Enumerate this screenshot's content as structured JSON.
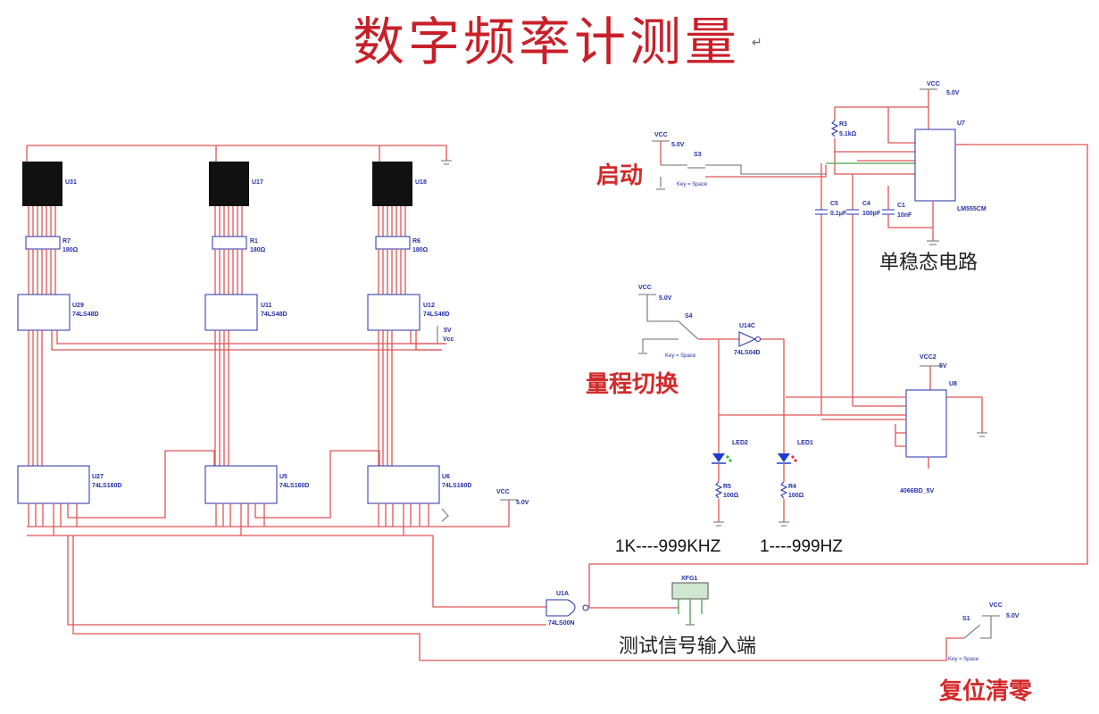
{
  "title": "数字频率计测量",
  "title_mark": "↵",
  "labels": {
    "start": "启动",
    "range_switch": "量程切换",
    "monostable": "单稳态电路",
    "range_khz": "1K----999KHZ",
    "range_hz": "1----999HZ",
    "signal_input": "测试信号输入端",
    "reset": "复位清零"
  },
  "displays": [
    {
      "ref": "U31",
      "res": "R7",
      "res_val": "180Ω",
      "decoder": "U29",
      "decoder_type": "74LS48D",
      "counter": "U27",
      "counter_type": "74LS160D"
    },
    {
      "ref": "U17",
      "res": "R1",
      "res_val": "180Ω",
      "decoder": "U11",
      "decoder_type": "74LS48D",
      "counter": "U5",
      "counter_type": "74LS160D"
    },
    {
      "ref": "U18",
      "res": "R6",
      "res_val": "180Ω",
      "decoder": "U12",
      "decoder_type": "74LS48D",
      "counter": "U6",
      "counter_type": "74LS160D"
    }
  ],
  "net": {
    "vcc": "VCC",
    "v5": "5.0V",
    "vcc2": "VCC2",
    "v5short": "5V",
    "vcc_lower": "Vcc",
    "key_space": "Key = Space"
  },
  "parts": {
    "s3": "S3",
    "s4": "S4",
    "s1": "S1",
    "u14c": "U14C",
    "u14c_type": "74LS04D",
    "u7": "U7",
    "u7_type": "LM555CM",
    "r3": "R3",
    "r3_val": "5.1kΩ",
    "c5": "C5",
    "c5_val": "0.1μF",
    "c4": "C4",
    "c4_val": "100pF",
    "c1": "C1",
    "c1_val": "10nF",
    "u8": "U8",
    "u8_type": "4066BD_5V",
    "led2": "LED2",
    "led1": "LED1",
    "r5": "R5",
    "r5_val": "100Ω",
    "r4": "R4",
    "r4_val": "100Ω",
    "u1a": "U1A",
    "u1a_type": "74LS00N",
    "xfg1": "XFG1"
  },
  "colors": {
    "wire": "#e05555",
    "wire_gray": "#8a8a8a",
    "wire_green": "#4aa14a",
    "component": "#2430a8",
    "title": "#c8202a",
    "label_red": "#d22a2a"
  }
}
